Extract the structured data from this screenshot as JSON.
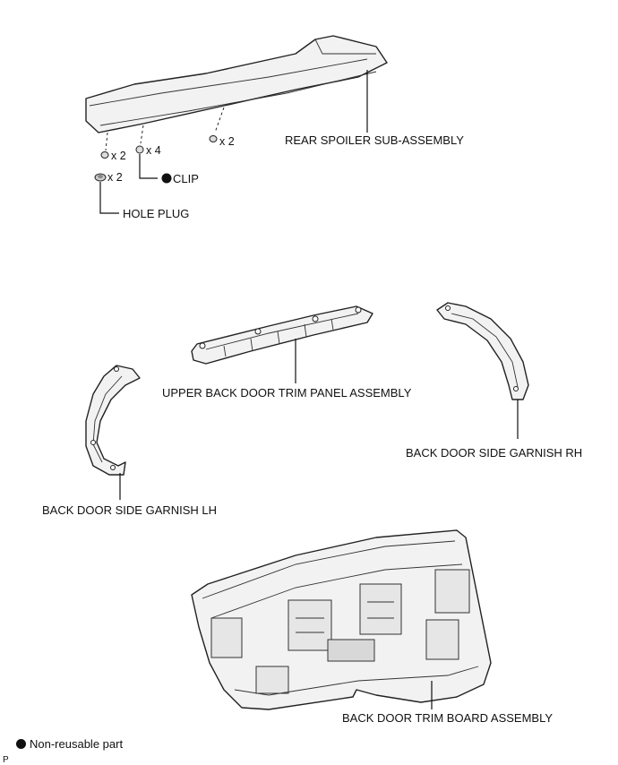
{
  "labels": {
    "rear_spoiler": "REAR SPOILER SUB-ASSEMBLY",
    "clip": "CLIP",
    "hole_plug": "HOLE PLUG",
    "upper_trim_panel": "UPPER BACK DOOR TRIM PANEL ASSEMBLY",
    "side_garnish_rh": "BACK DOOR SIDE GARNISH RH",
    "side_garnish_lh": "BACK DOOR SIDE GARNISH LH",
    "trim_board": "BACK DOOR TRIM BOARD ASSEMBLY"
  },
  "quantities": {
    "fastener_right": "x 2",
    "fastener_left": "x 2",
    "clip": "x 4",
    "hole_plug": "x 2"
  },
  "legend": {
    "text": "Non-reusable part",
    "symbol": "filled-circle"
  },
  "page_mark": "P"
}
